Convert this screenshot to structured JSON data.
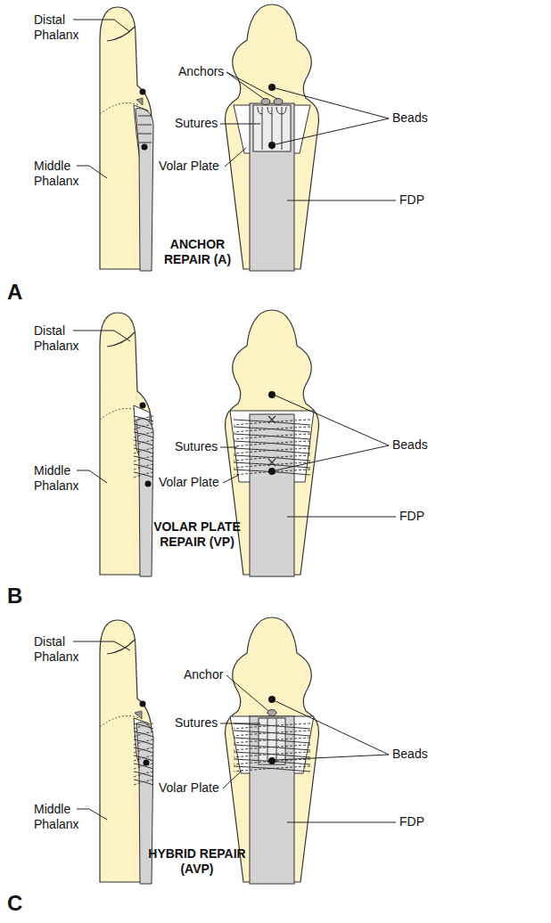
{
  "diagram": {
    "labels": [
      "Distal Phalanx",
      "Middle Phalanx",
      "Anchors",
      "Sutures",
      "Volar Plate",
      "Beads",
      "FDP",
      "ANCHOR REPAIR (A)",
      "A",
      "Distal Phalanx",
      "Middle Phalanx",
      "Sutures",
      "Volar Plate",
      "Beads",
      "FDP",
      "VOLAR PLATE REPAIR (VP)",
      "B",
      "Distal Phalanx",
      "Anchor",
      "Middle Phalanx",
      "Sutures",
      "Volar Plate",
      "Beads",
      "FDP",
      "HYBRID REPAIR (AVP)",
      "C"
    ]
  }
}
